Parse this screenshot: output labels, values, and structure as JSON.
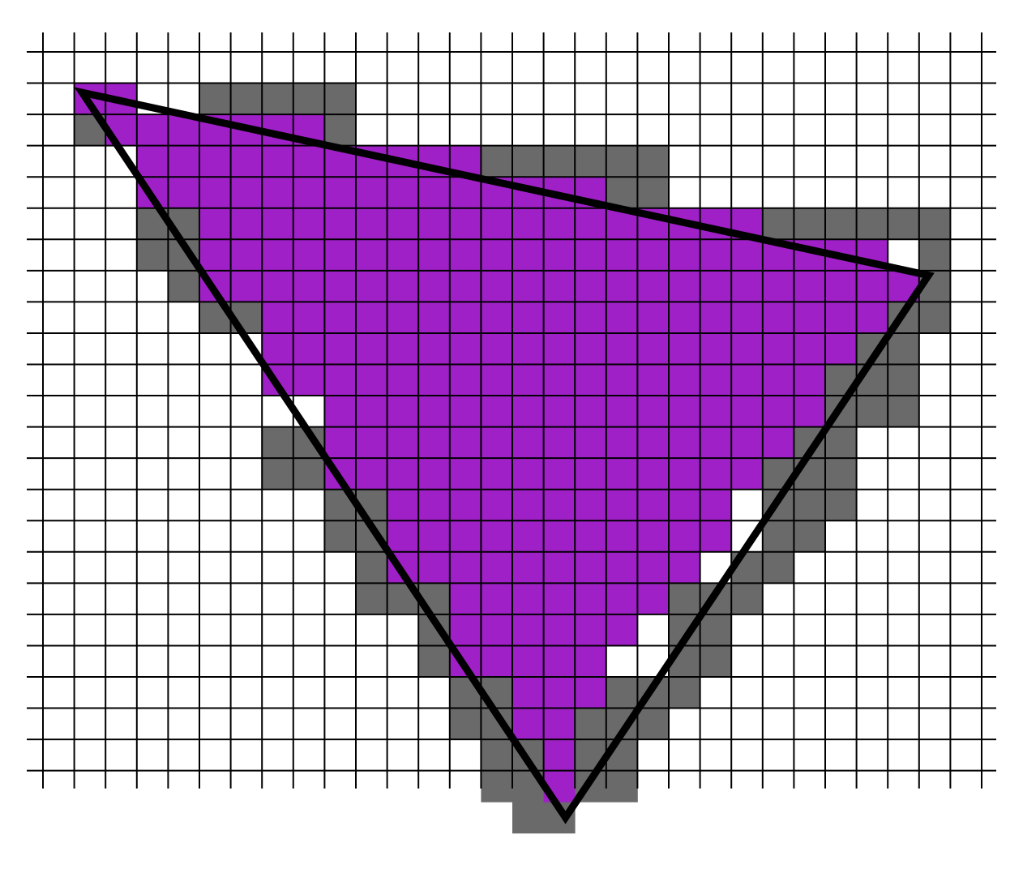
{
  "grid": {
    "columns": 31,
    "rows": 24,
    "line_color": "#000000",
    "background": "#ffffff"
  },
  "colors": {
    "inside_fill": "#a020c8",
    "boundary_fill": "#6a6a6a",
    "triangle_edge": "#000000"
  },
  "triangle_vertices_cells": [
    [
      1.25,
      1.3
    ],
    [
      28.3,
      7.15
    ],
    [
      16.7,
      24.5
    ]
  ],
  "inside_rows": [
    {
      "row": 1,
      "from": 1,
      "to": 2
    },
    {
      "row": 2,
      "from": 2,
      "to": 8
    },
    {
      "row": 3,
      "from": 3,
      "to": 13
    },
    {
      "row": 4,
      "from": 3,
      "to": 17
    },
    {
      "row": 5,
      "from": 5,
      "to": 22
    },
    {
      "row": 6,
      "from": 5,
      "to": 26
    },
    {
      "row": 7,
      "from": 5,
      "to": 27
    },
    {
      "row": 8,
      "from": 7,
      "to": 26
    },
    {
      "row": 9,
      "from": 7,
      "to": 25
    },
    {
      "row": 10,
      "from": 7,
      "to": 24
    },
    {
      "row": 11,
      "from": 9,
      "to": 24
    },
    {
      "row": 12,
      "from": 9,
      "to": 23
    },
    {
      "row": 13,
      "from": 9,
      "to": 22
    },
    {
      "row": 14,
      "from": 11,
      "to": 21
    },
    {
      "row": 15,
      "from": 11,
      "to": 21
    },
    {
      "row": 16,
      "from": 11,
      "to": 20
    },
    {
      "row": 17,
      "from": 13,
      "to": 19
    },
    {
      "row": 18,
      "from": 13,
      "to": 18
    },
    {
      "row": 19,
      "from": 13,
      "to": 17
    },
    {
      "row": 20,
      "from": 15,
      "to": 17
    },
    {
      "row": 21,
      "from": 15,
      "to": 16
    },
    {
      "row": 22,
      "from": 16,
      "to": 16
    },
    {
      "row": 23,
      "from": 16,
      "to": 16
    }
  ],
  "boundary_cells": [
    [
      5,
      1
    ],
    [
      6,
      1
    ],
    [
      7,
      1
    ],
    [
      8,
      1
    ],
    [
      9,
      1
    ],
    [
      1,
      2
    ],
    [
      2,
      2
    ],
    [
      9,
      2
    ],
    [
      14,
      3
    ],
    [
      15,
      3
    ],
    [
      16,
      3
    ],
    [
      17,
      3
    ],
    [
      18,
      3
    ],
    [
      19,
      3
    ],
    [
      18,
      4
    ],
    [
      19,
      4
    ],
    [
      3,
      5
    ],
    [
      4,
      5
    ],
    [
      23,
      5
    ],
    [
      24,
      5
    ],
    [
      25,
      5
    ],
    [
      26,
      5
    ],
    [
      27,
      5
    ],
    [
      28,
      5
    ],
    [
      3,
      6
    ],
    [
      4,
      6
    ],
    [
      5,
      6
    ],
    [
      28,
      6
    ],
    [
      4,
      7
    ],
    [
      28,
      7
    ],
    [
      5,
      8
    ],
    [
      6,
      8
    ],
    [
      27,
      8
    ],
    [
      28,
      8
    ],
    [
      26,
      9
    ],
    [
      27,
      9
    ],
    [
      25,
      10
    ],
    [
      26,
      10
    ],
    [
      27,
      10
    ],
    [
      25,
      11
    ],
    [
      26,
      11
    ],
    [
      27,
      11
    ],
    [
      7,
      12
    ],
    [
      8,
      12
    ],
    [
      9,
      12
    ],
    [
      24,
      12
    ],
    [
      25,
      12
    ],
    [
      7,
      13
    ],
    [
      8,
      13
    ],
    [
      9,
      13
    ],
    [
      23,
      13
    ],
    [
      24,
      13
    ],
    [
      25,
      13
    ],
    [
      9,
      14
    ],
    [
      10,
      14
    ],
    [
      23,
      14
    ],
    [
      24,
      14
    ],
    [
      25,
      14
    ],
    [
      9,
      15
    ],
    [
      10,
      15
    ],
    [
      11,
      15
    ],
    [
      23,
      15
    ],
    [
      24,
      15
    ],
    [
      10,
      16
    ],
    [
      11,
      16
    ],
    [
      12,
      16
    ],
    [
      22,
      16
    ],
    [
      23,
      16
    ],
    [
      10,
      17
    ],
    [
      11,
      17
    ],
    [
      12,
      17
    ],
    [
      20,
      17
    ],
    [
      21,
      17
    ],
    [
      22,
      17
    ],
    [
      12,
      18
    ],
    [
      13,
      18
    ],
    [
      20,
      18
    ],
    [
      21,
      18
    ],
    [
      12,
      19
    ],
    [
      13,
      19
    ],
    [
      14,
      19
    ],
    [
      20,
      19
    ],
    [
      21,
      19
    ],
    [
      13,
      20
    ],
    [
      14,
      20
    ],
    [
      18,
      20
    ],
    [
      19,
      20
    ],
    [
      20,
      20
    ],
    [
      13,
      21
    ],
    [
      14,
      21
    ],
    [
      17,
      21
    ],
    [
      18,
      21
    ],
    [
      19,
      21
    ],
    [
      14,
      22
    ],
    [
      15,
      22
    ],
    [
      16,
      22
    ],
    [
      17,
      22
    ],
    [
      18,
      22
    ],
    [
      14,
      23
    ],
    [
      15,
      23
    ],
    [
      16,
      23
    ],
    [
      17,
      23
    ],
    [
      18,
      23
    ],
    [
      15,
      24
    ],
    [
      16,
      24
    ]
  ]
}
